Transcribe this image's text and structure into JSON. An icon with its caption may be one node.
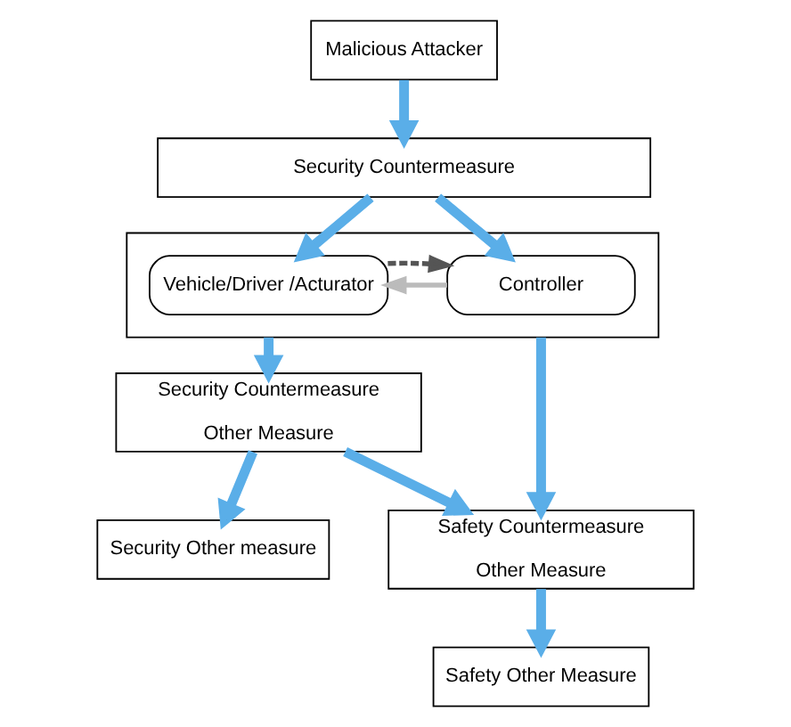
{
  "diagram": {
    "nodes": [
      {
        "text": [
          "Malicious Attacker"
        ]
      },
      {
        "text": [
          "Security Countermeasure"
        ]
      },
      {
        "text": [],
        "shape": "box"
      },
      {
        "text": [
          "Vehicle/Driver /Acturator"
        ],
        "in": 2
      },
      {
        "text": [
          "Controller"
        ],
        "in": 2
      },
      {
        "text": [
          "Security Countermeasure",
          "Other Measure"
        ]
      },
      {
        "text": [
          "Safety Countermeasure",
          "Other Measure"
        ]
      },
      {
        "text": [
          "Security Other measure"
        ]
      },
      {
        "text": [
          "Safety Other Measure"
        ]
      }
    ],
    "edges": [
      {
        "from": 0,
        "to": 1,
        "arrow": "to"
      },
      {
        "from": 1,
        "to": 3,
        "arrow": "to"
      },
      {
        "from": 1,
        "to": 4,
        "arrow": "to"
      },
      {
        "from": 4,
        "to": 3,
        "arrow": "to",
        "color": "#bbbbbb"
      },
      {
        "from": 3,
        "to": 4,
        "arrow": "to",
        "style": "dashed",
        "color": "#555555"
      },
      {
        "from": 2,
        "to": 5,
        "arrow": "to"
      },
      {
        "from": 2,
        "to": 6,
        "arrow": "to"
      },
      {
        "from": 5,
        "to": 6,
        "arrow": "to"
      },
      {
        "from": 5,
        "to": 7,
        "arrow": "to"
      },
      {
        "from": 6,
        "to": 8,
        "arrow": "to"
      }
    ]
  }
}
